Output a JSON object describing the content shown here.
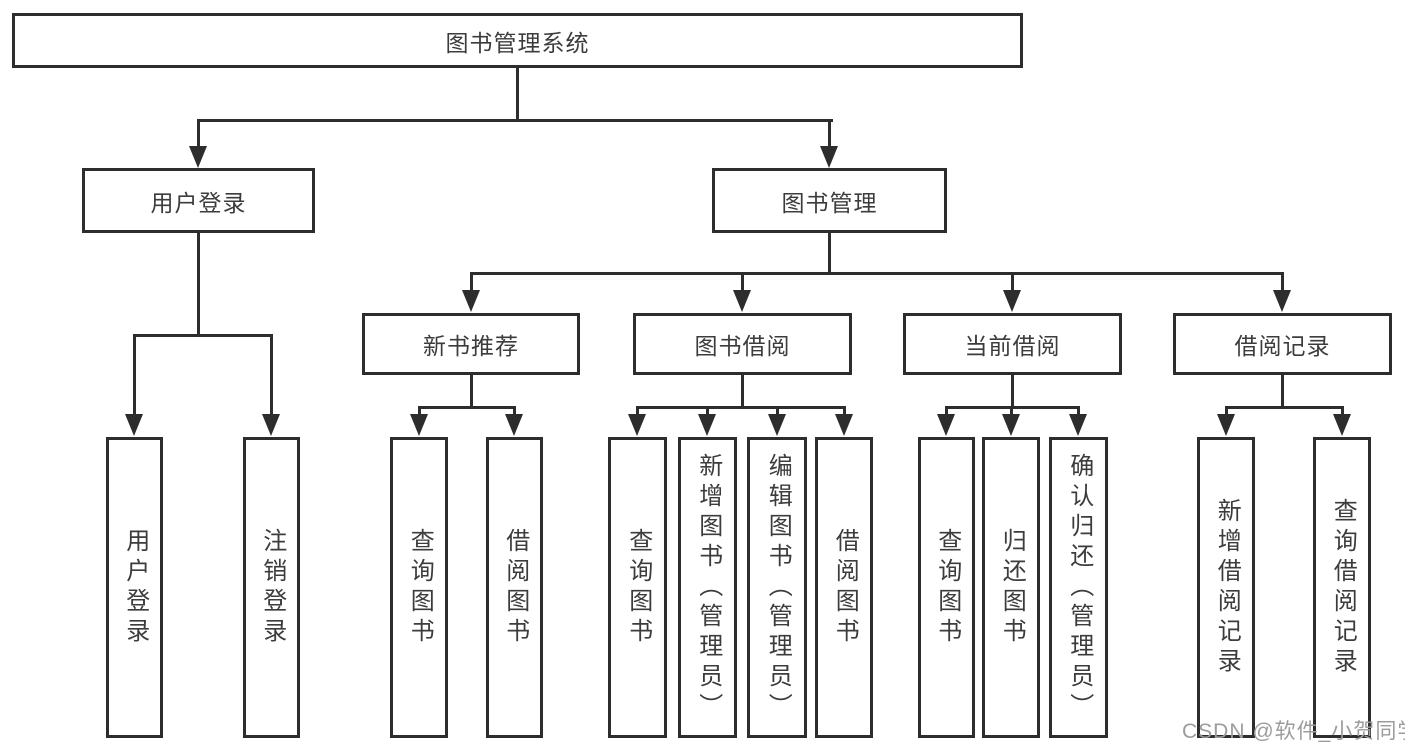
{
  "colors": {
    "line": "#2d2d2d",
    "box_border": "#2d2d2d",
    "text": "#3c3c3c",
    "watermark": "#9c9c9c",
    "background": "#ffffff"
  },
  "watermark": {
    "text": "CSDN @软件_小贺同学"
  },
  "tree": {
    "root": "图书管理系统",
    "children": [
      {
        "label": "用户登录",
        "children": [
          {
            "label": "用户登录"
          },
          {
            "label": "注销登录"
          }
        ]
      },
      {
        "label": "图书管理",
        "children": [
          {
            "label": "新书推荐",
            "children": [
              {
                "label": "查询图书"
              },
              {
                "label": "借阅图书"
              }
            ]
          },
          {
            "label": "图书借阅",
            "children": [
              {
                "label": "查询图书"
              },
              {
                "label": "新增图书（管理员）"
              },
              {
                "label": "编辑图书（管理员）"
              },
              {
                "label": "借阅图书"
              }
            ]
          },
          {
            "label": "当前借阅",
            "children": [
              {
                "label": "查询图书"
              },
              {
                "label": "归还图书"
              },
              {
                "label": "确认归还（管理员）"
              }
            ]
          },
          {
            "label": "借阅记录",
            "children": [
              {
                "label": "新增借阅记录"
              },
              {
                "label": "查询借阅记录"
              }
            ]
          }
        ]
      }
    ]
  }
}
